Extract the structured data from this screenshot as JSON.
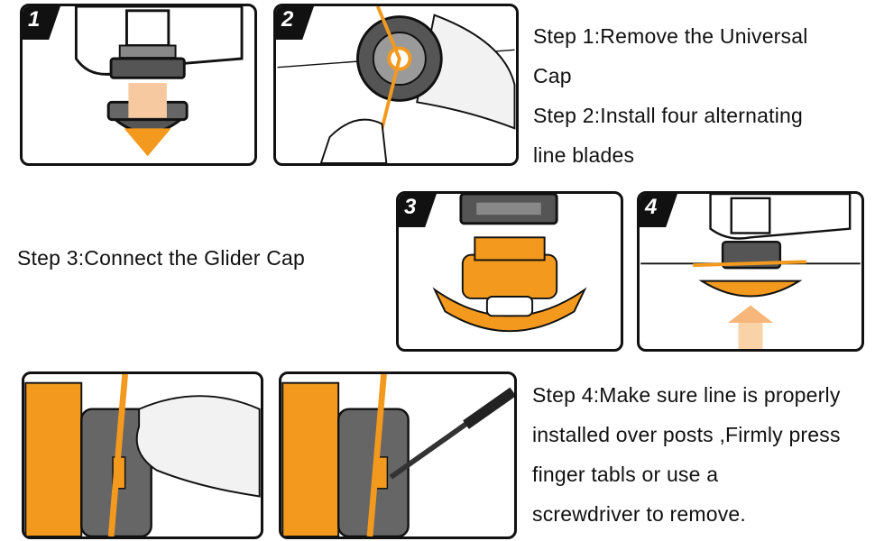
{
  "steps": [
    {
      "badge": "1"
    },
    {
      "badge": "2"
    },
    {
      "badge": "3"
    },
    {
      "badge": "4"
    }
  ],
  "text": {
    "step1_line1": "Step 1:Remove the Universal",
    "step1_line2": "Cap",
    "step2_line1": "Step 2:Install four alternating",
    "step2_line2": "line blades",
    "step3": "Step 3:Connect the Glider Cap",
    "step4_line1": "Step 4:Make sure line is properly",
    "step4_line2": "installed over posts ,Firmly press",
    "step4_line3": "finger tabls or use a",
    "step4_line4": "screwdriver to remove."
  },
  "colors": {
    "accent_orange": "#f39a1e",
    "outline": "#111111",
    "grey": "#555555"
  }
}
